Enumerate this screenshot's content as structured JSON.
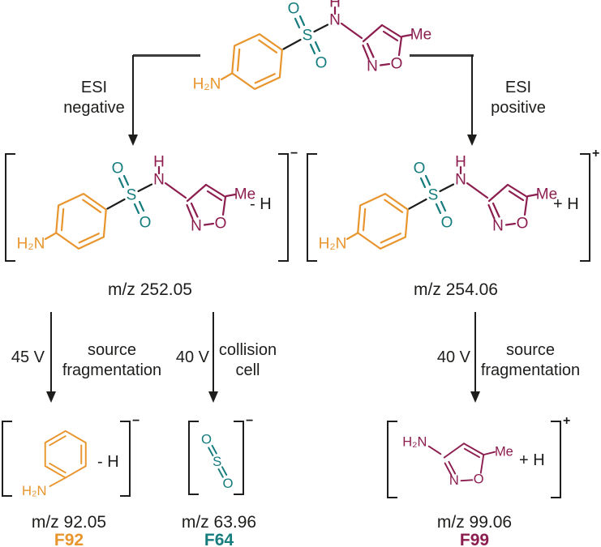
{
  "colors": {
    "aniline": "#E8952D",
    "sulfonyl": "#167C7E",
    "isoxazole": "#8C1D4F",
    "ink": "#1d1d1b",
    "connector": "#3c3c3c"
  },
  "atoms": {
    "O": "O",
    "S": "S",
    "N": "N",
    "H": "H",
    "Me": "Me",
    "H2N": "H₂N"
  },
  "esi": {
    "negative": {
      "line1": "ESI",
      "line2": "negative"
    },
    "positive": {
      "line1": "ESI",
      "line2": "positive"
    }
  },
  "ions": {
    "negative": {
      "mz": "m/z 252.05",
      "adduct": "- H",
      "charge": "−"
    },
    "positive": {
      "mz": "m/z 254.06",
      "adduct": "+ H",
      "charge": "+"
    }
  },
  "fragmentations": {
    "source_neg": {
      "voltage": "45 V",
      "line1": "source",
      "line2": "fragmentation"
    },
    "collision": {
      "voltage": "40 V",
      "line1": "collision",
      "line2": "cell"
    },
    "source_pos": {
      "voltage": "40 V",
      "line1": "source",
      "line2": "fragmentation"
    }
  },
  "fragments": {
    "f92": {
      "mz": "m/z 92.05",
      "code": "F92",
      "adduct": "- H",
      "charge": "−"
    },
    "f64": {
      "mz": "m/z 63.96",
      "code": "F64",
      "charge": "−"
    },
    "f99": {
      "mz": "m/z 99.06",
      "code": "F99",
      "adduct": "+ H",
      "charge": "+"
    }
  }
}
